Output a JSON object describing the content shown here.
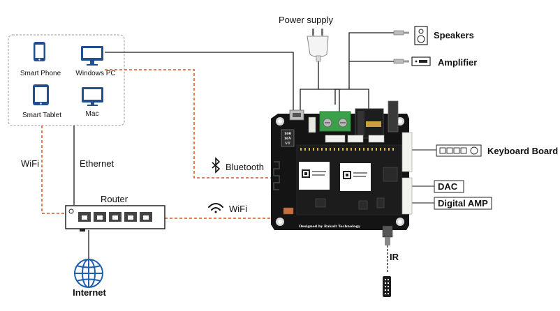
{
  "devices": {
    "smart_phone": "Smart Phone",
    "windows_pc": "Windows PC",
    "smart_tablet": "Smart Tablet",
    "mac": "Mac"
  },
  "power_supply": "Power supply",
  "outputs": {
    "speakers": "Speakers",
    "amplifier": "Amplifier",
    "keyboard_board": "Keyboard Board",
    "dac": "DAC",
    "digital_amp": "Digital AMP"
  },
  "connections": {
    "wifi_left": "WiFi",
    "ethernet": "Ethernet",
    "bluetooth": "Bluetooth",
    "wifi_router": "WiFi",
    "ir": "IR"
  },
  "router": "Router",
  "internet": "Internet",
  "board": {
    "credit": "Designed by Rakoit Technology",
    "capacitor": [
      "100",
      "16V",
      "VT"
    ]
  },
  "colors": {
    "wire": "#1a1a1a",
    "wireless": "#d9541e",
    "pcb": "#141414",
    "terminal_green": "#3aa049",
    "connector_white": "#f2f2ee",
    "globe_blue": "#1f5fae",
    "device_blue": "#244f8f"
  },
  "icons": [
    "smartphone-icon",
    "monitor-icon",
    "tablet-icon",
    "power-adapter-icon",
    "audio-jack-icon",
    "speaker-icon",
    "amplifier-icon",
    "keyboard-board-icon",
    "bluetooth-icon",
    "wifi-icon",
    "router-icon",
    "globe-icon",
    "ir-remote-icon"
  ]
}
